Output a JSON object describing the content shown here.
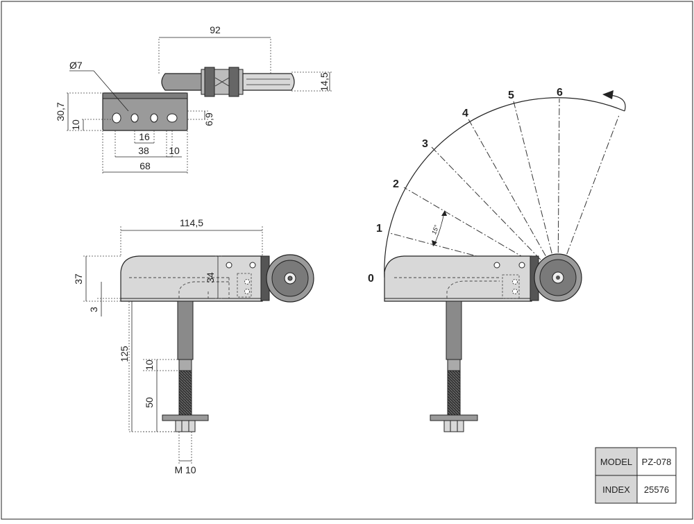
{
  "dims": {
    "d92": "92",
    "d14_5": "14,5",
    "d_dia7": "Ø7",
    "d30_7": "30,7",
    "d10_left": "10",
    "d6_9": "6,9",
    "d16": "16",
    "d38": "38",
    "d10_bottom": "10",
    "d68": "68",
    "d114_5": "114,5",
    "d37": "37",
    "d34": "34",
    "d3": "3",
    "d125": "125",
    "d10_stem": "10",
    "d50": "50",
    "m10": "M 10"
  },
  "angle": {
    "step_label": "15°",
    "positions": [
      "0",
      "1",
      "2",
      "3",
      "4",
      "5",
      "6"
    ]
  },
  "title_block": {
    "model_label": "MODEL",
    "model_value": "PZ-078",
    "index_label": "INDEX",
    "index_value": "25576"
  },
  "colors": {
    "line": "#222222",
    "fill_metal": "#9a9a9a",
    "fill_light": "#d8d8d8",
    "fill_dark": "#555555",
    "tb_header": "#d6d6d6"
  }
}
